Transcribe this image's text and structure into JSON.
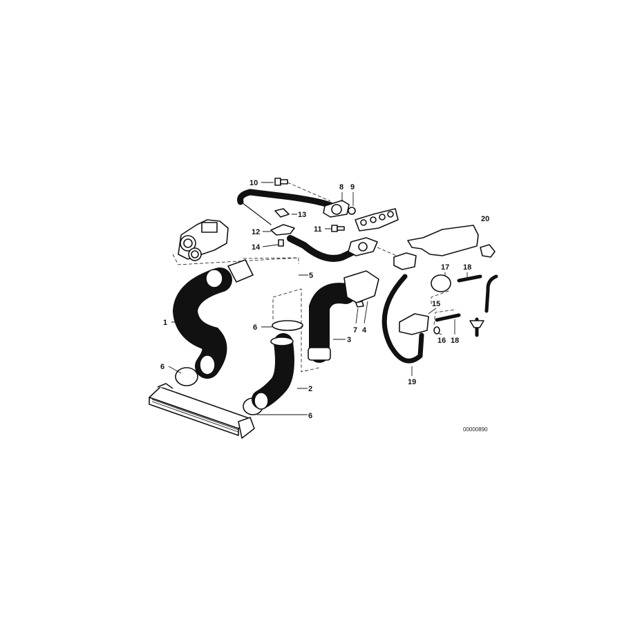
{
  "diagram": {
    "type": "exploded parts diagram",
    "callouts": {
      "p1": "1",
      "p2": "2",
      "p3": "3",
      "p4": "4",
      "p5": "5",
      "p6a": "6",
      "p6b": "6",
      "p6c": "6",
      "p7": "7",
      "p8": "8",
      "p9": "9",
      "p10": "10",
      "p11": "11",
      "p12": "12",
      "p13": "13",
      "p14": "14",
      "p15": "15",
      "p16": "16",
      "p17": "17",
      "p18a": "18",
      "p18b": "18",
      "p19": "19",
      "p20": "20"
    },
    "drawing_number": "00000890"
  }
}
